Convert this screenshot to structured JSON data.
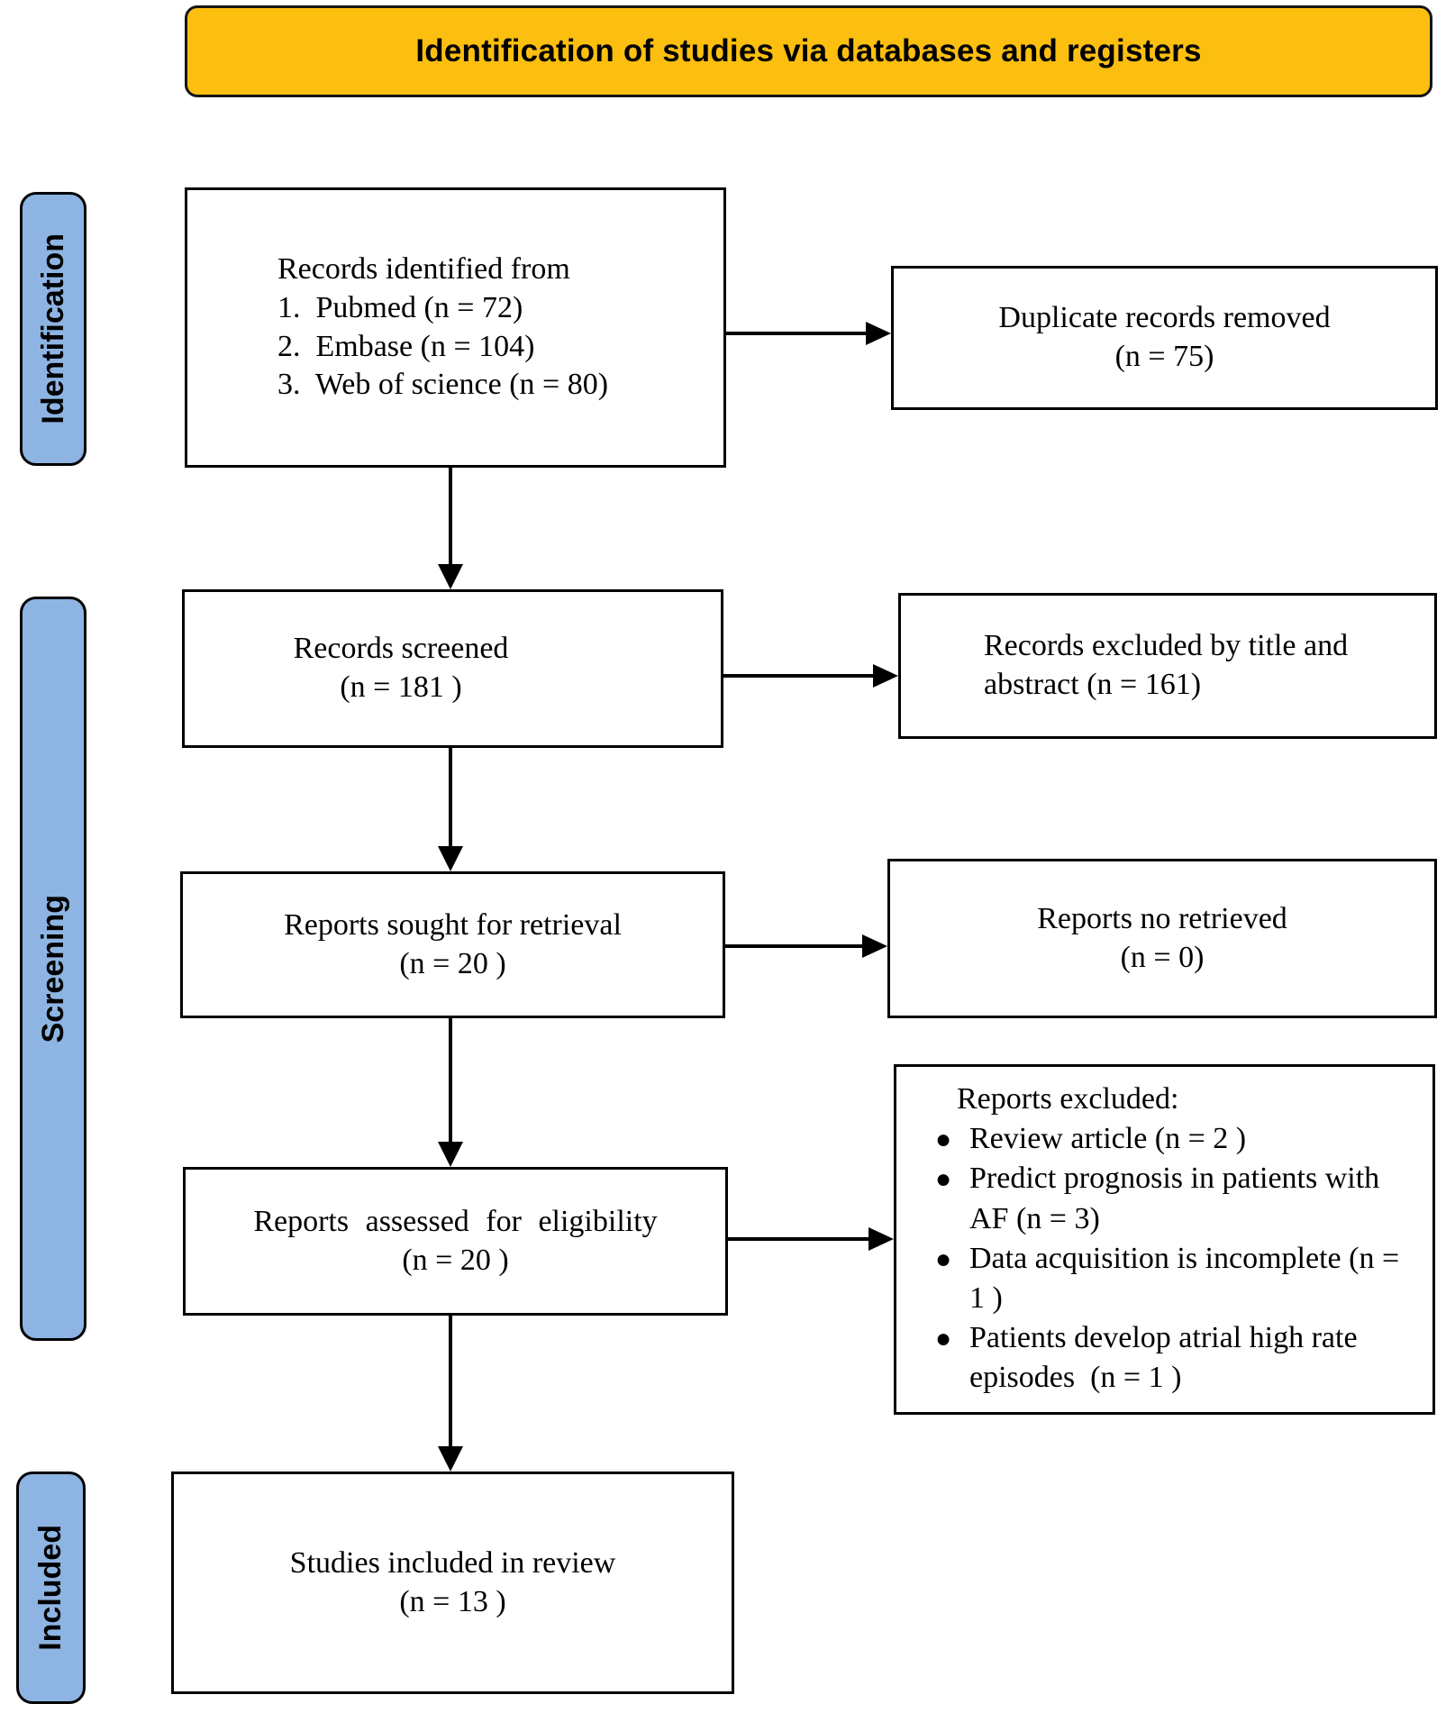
{
  "colors": {
    "header_bg": "#FCBF10",
    "stage_bg": "#8DB4E2",
    "line": "#000000",
    "box_bg": "#FFFFFF"
  },
  "header": {
    "title": "Identification of studies via databases and registers"
  },
  "stages": [
    {
      "label": "Identification"
    },
    {
      "label": "Screening"
    },
    {
      "label": "Included"
    }
  ],
  "flow_boxes": {
    "records_identified": {
      "lines": [
        "Records identified from",
        "1.  Pubmed (n = 72)",
        "2.  Embase (n = 104)",
        "3.  Web of science (n = 80)"
      ]
    },
    "records_screened": {
      "line1": "Records screened",
      "line2": "(n = 181 )"
    },
    "reports_sought": {
      "line1": "Reports sought for retrieval",
      "line2": "(n = 20 )"
    },
    "reports_assessed": {
      "line1": "Reports assessed for eligibility",
      "line2": "(n = 20 )"
    },
    "studies_included": {
      "line1": "Studies included in review",
      "line2": "(n = 13 )"
    }
  },
  "side_boxes": {
    "duplicates_removed": {
      "line1": "Duplicate records removed",
      "line2": "(n = 75)"
    },
    "records_excluded": {
      "line1": "Records excluded by title and",
      "line2": "abstract (n = 161)"
    },
    "reports_not_retrieved": {
      "line1": "Reports no retrieved",
      "line2": "(n = 0)"
    },
    "reports_excluded": {
      "title": "Reports excluded:",
      "items": [
        "Review article (n = 2 )",
        "Predict prognosis in patients with AF (n = 3)",
        "Data acquisition is incomplete (n = 1 )",
        "Patients develop atrial high rate episodes  (n = 1 )"
      ]
    }
  }
}
